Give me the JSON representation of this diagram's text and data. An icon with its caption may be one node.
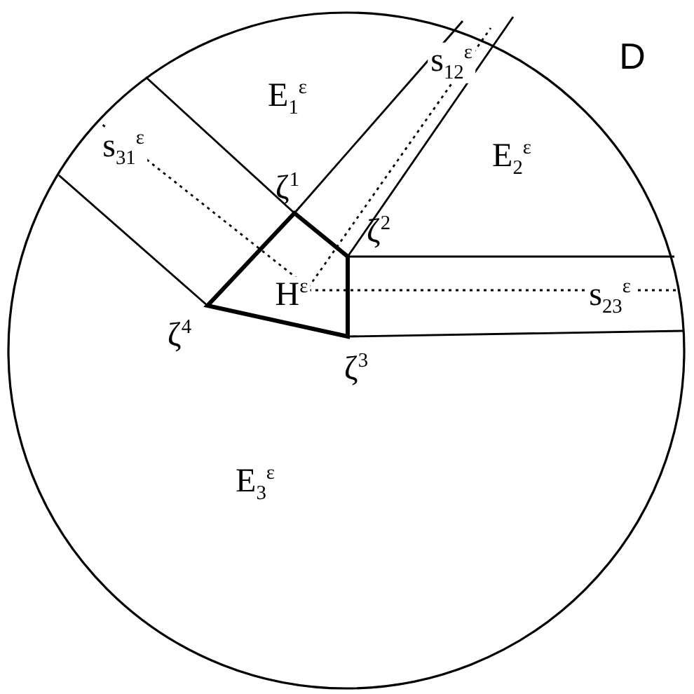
{
  "diagram": {
    "labels": [
      "D",
      "E$_{1}$$^{ε}$",
      "s$_{12}$$^{ε}$",
      "E$_{2}$$^{ε}$",
      "s$_{31}$$^{ε}$",
      "ζ$^{1}$",
      "ζ$^{2}$",
      "H$^{ε}$",
      "s$_{23}$$^{ε}$",
      "ζ$^{4}$",
      "ζ$^{3}$",
      "E$_{3}$$^{ε}$"
    ]
  }
}
